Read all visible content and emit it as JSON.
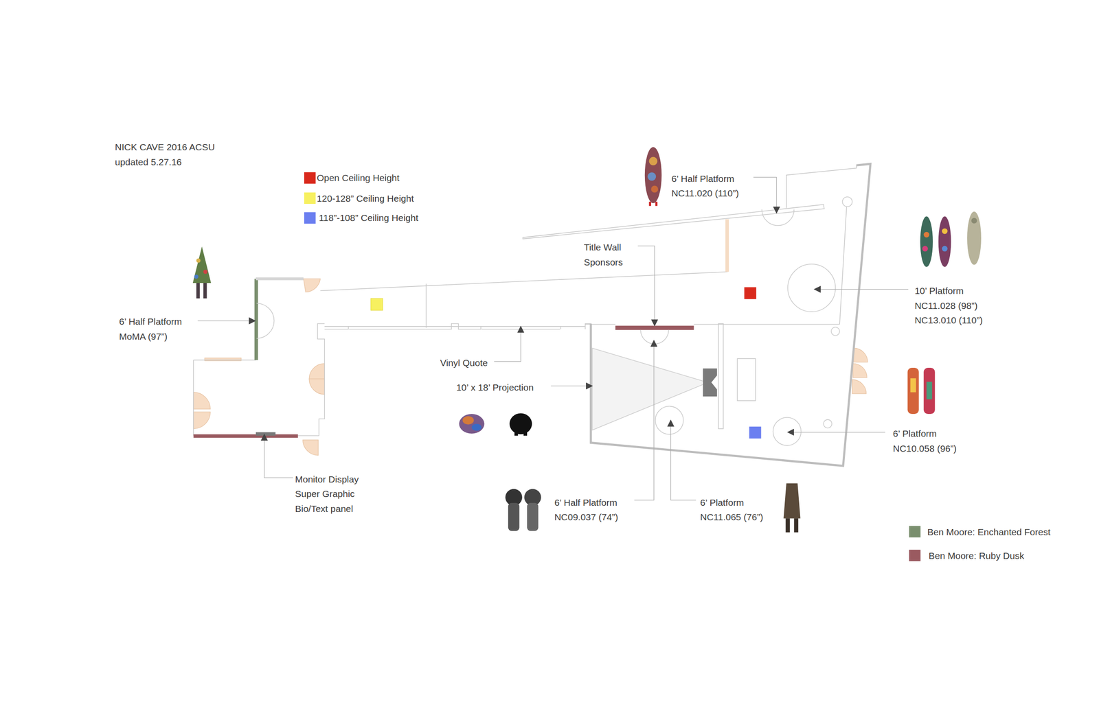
{
  "diagram": {
    "title": "NICK CAVE 2016 ACSU",
    "labels": [
      "updated 5.27.16",
      "6’ Half Platform",
      "NC11.020 (110”)",
      "Title Wall",
      "Sponsors",
      "10’ Platform",
      "NC11.028 (98”)",
      "NC13.010 (110”)",
      "6’ Half Platform",
      "MoMA (97”)",
      "Vinyl Quote",
      "10’ x 18’ Projection",
      "6’ Platform",
      "NC10.058 (96”)",
      "Monitor Display",
      "Super Graphic",
      "Bio/Text panel",
      "6’ Half Platform",
      "NC09.037 (74”)",
      "6’ Platform",
      "NC11.065 (76”)"
    ],
    "legend": [
      {
        "text": "Open Ceiling Height",
        "color": "#d9291c"
      },
      {
        "text": "120-128” Ceiling Height",
        "color": "#f7f060"
      },
      {
        "text": "118”-108” Ceiling Height",
        "color": "#6b7ff0"
      },
      {
        "text": "Ben Moore: Enchanted Forest",
        "color": "#7a8f6e"
      },
      {
        "text": "Ben Moore: Ruby Dusk",
        "color": "#9a5a60"
      }
    ]
  }
}
